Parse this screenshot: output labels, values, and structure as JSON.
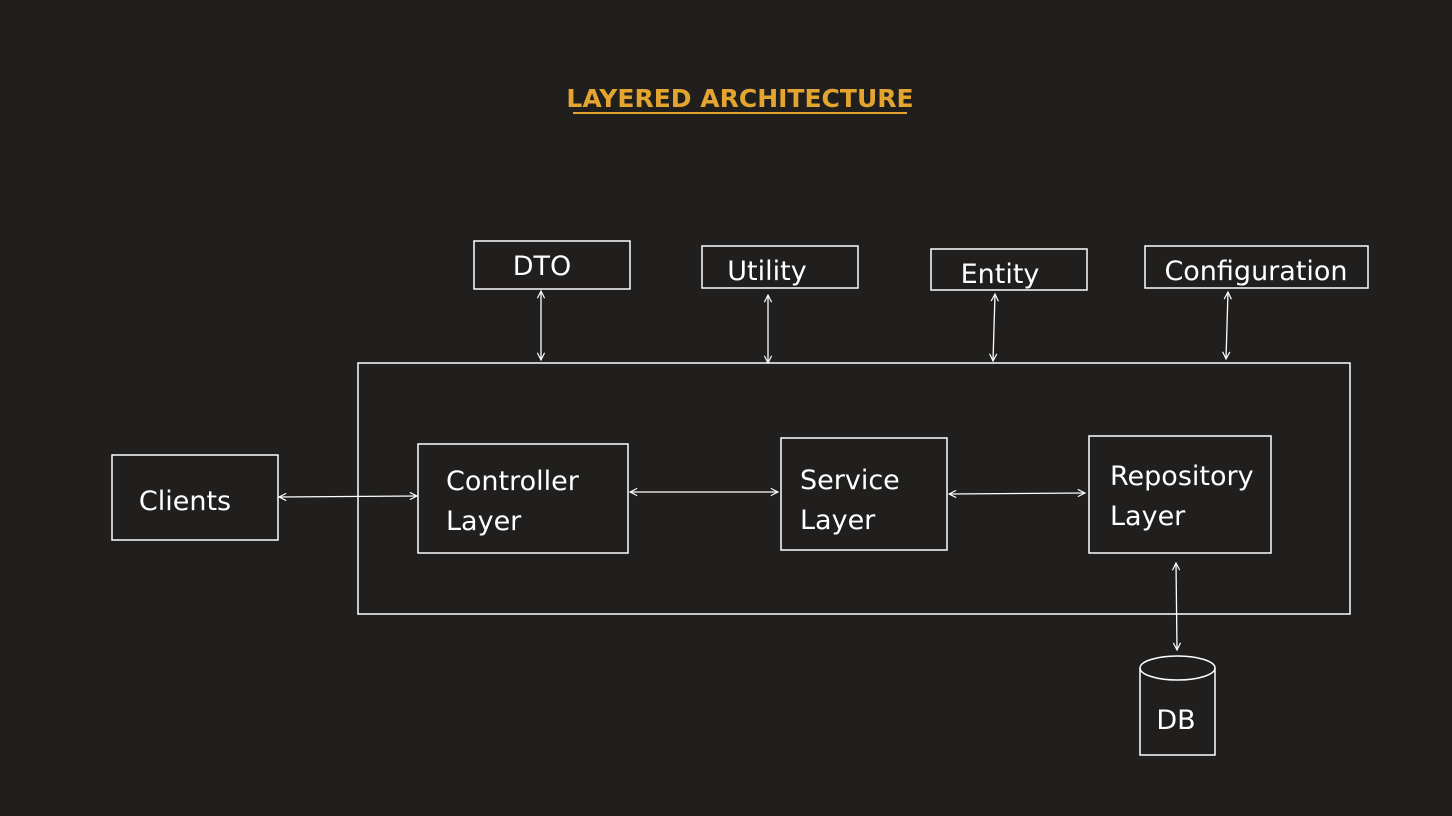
{
  "title": "LAYERED ARCHITECTURE",
  "colors": {
    "background": "#201f1e",
    "title": "#e3a530",
    "lines": "#ffffff",
    "text": "#ffffff"
  },
  "top_components": {
    "dto": "DTO",
    "utility": "Utility",
    "entity": "Entity",
    "configuration": "Configuration"
  },
  "clients": "Clients",
  "layers": {
    "controller": [
      "Controller",
      "Layer"
    ],
    "service": [
      "Service",
      "Layer"
    ],
    "repository": [
      "Repository",
      "Layer"
    ]
  },
  "database": "DB"
}
